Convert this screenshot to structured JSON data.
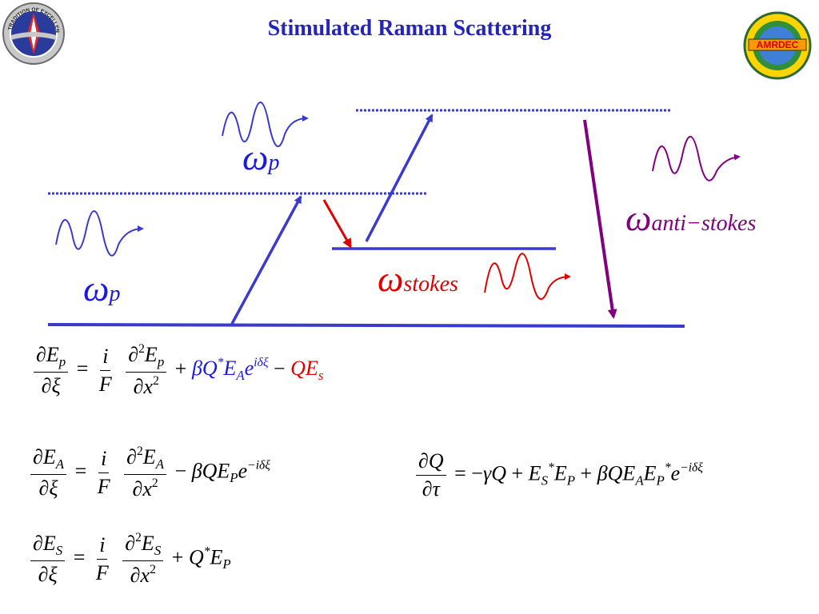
{
  "title": "Stimulated Raman Scattering",
  "labels": {
    "omega_p_upper": {
      "symbol": "ω",
      "sub": "p"
    },
    "omega_p_lower": {
      "symbol": "ω",
      "sub": "p"
    },
    "omega_stokes": {
      "symbol": "ω",
      "sub": "stokes"
    },
    "omega_anti_stokes": {
      "symbol": "ω",
      "sub": "anti−stokes"
    }
  },
  "colors": {
    "title": "#2424b8",
    "pump": "#3a3acc",
    "stokes": "#e00000",
    "anti_stokes": "#800080",
    "equation_highlight_blue": "#1a1ae0",
    "equation_highlight_red": "#e00000"
  },
  "logos": {
    "left": {
      "text": "TRADITION OF EXCELLENCE",
      "icon": "army-shield-logo"
    },
    "right": {
      "text": "AMRDEC",
      "icon": "amrdec-aviation-missile-logo"
    }
  }
}
